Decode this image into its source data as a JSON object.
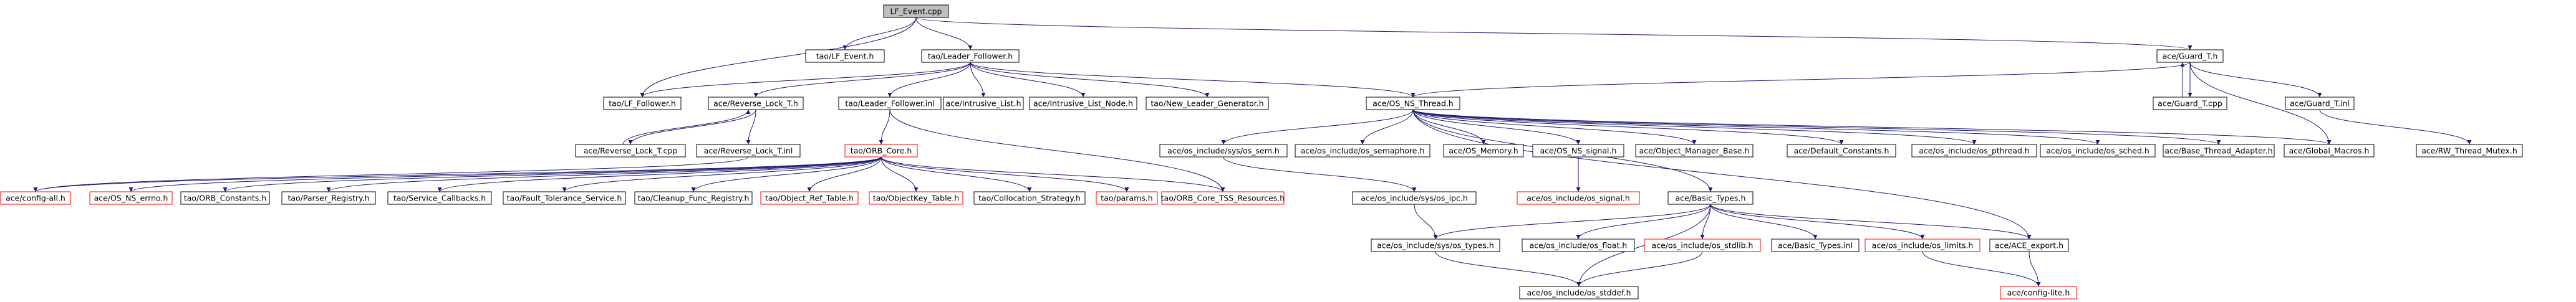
{
  "diagram": {
    "type": "include-dependency-graph",
    "colors": {
      "edge": "#191970",
      "node_border_normal": "#000000",
      "node_border_missing": "#ff0000",
      "node_fill": "#ffffff",
      "root_fill": "#bfbfbf",
      "text": "#000000"
    },
    "nodes": [
      {
        "id": "lf_event_cpp",
        "label": "LF_Event.cpp",
        "kind": "root"
      },
      {
        "id": "lf_event_h",
        "label": "tao/LF_Event.h",
        "kind": "normal"
      },
      {
        "id": "leader_follower_h",
        "label": "tao/Leader_Follower.h",
        "kind": "normal"
      },
      {
        "id": "guard_t_h",
        "label": "ace/Guard_T.h",
        "kind": "normal"
      },
      {
        "id": "lf_follower_h",
        "label": "tao/LF_Follower.h",
        "kind": "normal"
      },
      {
        "id": "reverse_lock_t_h",
        "label": "ace/Reverse_Lock_T.h",
        "kind": "normal"
      },
      {
        "id": "leader_follower_inl",
        "label": "tao/Leader_Follower.inl",
        "kind": "normal"
      },
      {
        "id": "intrusive_list_h",
        "label": "ace/Intrusive_List.h",
        "kind": "normal"
      },
      {
        "id": "intrusive_list_node_h",
        "label": "ace/Intrusive_List_Node.h",
        "kind": "normal"
      },
      {
        "id": "new_leader_generator_h",
        "label": "tao/New_Leader_Generator.h",
        "kind": "normal"
      },
      {
        "id": "os_ns_thread_h",
        "label": "ace/OS_NS_Thread.h",
        "kind": "normal"
      },
      {
        "id": "guard_t_cpp",
        "label": "ace/Guard_T.cpp",
        "kind": "normal"
      },
      {
        "id": "guard_t_inl",
        "label": "ace/Guard_T.inl",
        "kind": "normal"
      },
      {
        "id": "reverse_lock_t_cpp",
        "label": "ace/Reverse_Lock_T.cpp",
        "kind": "normal"
      },
      {
        "id": "reverse_lock_t_inl",
        "label": "ace/Reverse_Lock_T.inl",
        "kind": "normal"
      },
      {
        "id": "orb_core_h",
        "label": "tao/ORB_Core.h",
        "kind": "missing"
      },
      {
        "id": "os_sys_sem_h",
        "label": "ace/os_include/sys/os_sem.h",
        "kind": "normal"
      },
      {
        "id": "os_semaphore_h",
        "label": "ace/os_include/os_semaphore.h",
        "kind": "normal"
      },
      {
        "id": "os_memory_h",
        "label": "ace/OS_Memory.h",
        "kind": "normal"
      },
      {
        "id": "os_ns_signal_h",
        "label": "ace/OS_NS_signal.h",
        "kind": "normal"
      },
      {
        "id": "object_manager_base_h",
        "label": "ace/Object_Manager_Base.h",
        "kind": "normal"
      },
      {
        "id": "default_constants_h",
        "label": "ace/Default_Constants.h",
        "kind": "normal"
      },
      {
        "id": "os_pthread_h",
        "label": "ace/os_include/os_pthread.h",
        "kind": "normal"
      },
      {
        "id": "os_sched_h",
        "label": "ace/os_include/os_sched.h",
        "kind": "normal"
      },
      {
        "id": "base_thread_adapter_h",
        "label": "ace/Base_Thread_Adapter.h",
        "kind": "normal"
      },
      {
        "id": "global_macros_h",
        "label": "ace/Global_Macros.h",
        "kind": "normal"
      },
      {
        "id": "rw_thread_mutex_h",
        "label": "ace/RW_Thread_Mutex.h",
        "kind": "normal"
      },
      {
        "id": "config_all_h",
        "label": "ace/config-all.h",
        "kind": "missing"
      },
      {
        "id": "os_ns_errno_h",
        "label": "ace/OS_NS_errno.h",
        "kind": "missing"
      },
      {
        "id": "orb_constants_h",
        "label": "tao/ORB_Constants.h",
        "kind": "normal"
      },
      {
        "id": "parser_registry_h",
        "label": "tao/Parser_Registry.h",
        "kind": "normal"
      },
      {
        "id": "service_callbacks_h",
        "label": "tao/Service_Callbacks.h",
        "kind": "normal"
      },
      {
        "id": "fault_tolerance_service_h",
        "label": "tao/Fault_Tolerance_Service.h",
        "kind": "normal"
      },
      {
        "id": "cleanup_func_registry_h",
        "label": "tao/Cleanup_Func_Registry.h",
        "kind": "normal"
      },
      {
        "id": "object_ref_table_h",
        "label": "tao/Object_Ref_Table.h",
        "kind": "missing"
      },
      {
        "id": "objectkey_table_h",
        "label": "tao/ObjectKey_Table.h",
        "kind": "missing"
      },
      {
        "id": "collocation_strategy_h",
        "label": "tao/Collocation_Strategy.h",
        "kind": "normal"
      },
      {
        "id": "params_h",
        "label": "tao/params.h",
        "kind": "missing"
      },
      {
        "id": "orb_core_tss_resources_h",
        "label": "tao/ORB_Core_TSS_Resources.h",
        "kind": "missing"
      },
      {
        "id": "os_sys_ipc_h",
        "label": "ace/os_include/sys/os_ipc.h",
        "kind": "normal"
      },
      {
        "id": "os_signal_h",
        "label": "ace/os_include/os_signal.h",
        "kind": "missing"
      },
      {
        "id": "basic_types_h",
        "label": "ace/Basic_Types.h",
        "kind": "normal"
      },
      {
        "id": "os_sys_types_h",
        "label": "ace/os_include/sys/os_types.h",
        "kind": "normal"
      },
      {
        "id": "os_float_h",
        "label": "ace/os_include/os_float.h",
        "kind": "normal"
      },
      {
        "id": "os_stdlib_h",
        "label": "ace/os_include/os_stdlib.h",
        "kind": "missing"
      },
      {
        "id": "basic_types_inl",
        "label": "ace/Basic_Types.inl",
        "kind": "normal"
      },
      {
        "id": "os_limits_h",
        "label": "ace/os_include/os_limits.h",
        "kind": "missing"
      },
      {
        "id": "ace_export_h",
        "label": "ace/ACE_export.h",
        "kind": "normal"
      },
      {
        "id": "os_stddef_h",
        "label": "ace/os_include/os_stddef.h",
        "kind": "normal"
      },
      {
        "id": "config_lite_h",
        "label": "ace/config-lite.h",
        "kind": "missing"
      }
    ],
    "edges": [
      [
        "lf_event_cpp",
        "lf_event_h"
      ],
      [
        "lf_event_cpp",
        "leader_follower_h"
      ],
      [
        "lf_event_cpp",
        "guard_t_h"
      ],
      [
        "lf_event_cpp",
        "lf_follower_h"
      ],
      [
        "leader_follower_h",
        "lf_follower_h"
      ],
      [
        "leader_follower_h",
        "reverse_lock_t_h"
      ],
      [
        "leader_follower_h",
        "leader_follower_inl"
      ],
      [
        "leader_follower_h",
        "intrusive_list_h"
      ],
      [
        "leader_follower_h",
        "intrusive_list_node_h"
      ],
      [
        "leader_follower_h",
        "new_leader_generator_h"
      ],
      [
        "leader_follower_h",
        "os_ns_thread_h"
      ],
      [
        "guard_t_h",
        "os_ns_thread_h"
      ],
      [
        "guard_t_h",
        "guard_t_cpp"
      ],
      [
        "guard_t_h",
        "guard_t_inl"
      ],
      [
        "guard_t_h",
        "global_macros_h"
      ],
      [
        "guard_t_cpp",
        "guard_t_h"
      ],
      [
        "guard_t_inl",
        "rw_thread_mutex_h"
      ],
      [
        "reverse_lock_t_h",
        "reverse_lock_t_cpp"
      ],
      [
        "reverse_lock_t_h",
        "reverse_lock_t_inl"
      ],
      [
        "reverse_lock_t_cpp",
        "reverse_lock_t_h"
      ],
      [
        "reverse_lock_t_inl",
        "config_all_h"
      ],
      [
        "leader_follower_inl",
        "orb_core_h"
      ],
      [
        "leader_follower_inl",
        "orb_core_tss_resources_h"
      ],
      [
        "orb_core_h",
        "config_all_h"
      ],
      [
        "orb_core_h",
        "os_ns_errno_h"
      ],
      [
        "orb_core_h",
        "orb_constants_h"
      ],
      [
        "orb_core_h",
        "parser_registry_h"
      ],
      [
        "orb_core_h",
        "service_callbacks_h"
      ],
      [
        "orb_core_h",
        "fault_tolerance_service_h"
      ],
      [
        "orb_core_h",
        "cleanup_func_registry_h"
      ],
      [
        "orb_core_h",
        "object_ref_table_h"
      ],
      [
        "orb_core_h",
        "objectkey_table_h"
      ],
      [
        "orb_core_h",
        "collocation_strategy_h"
      ],
      [
        "orb_core_h",
        "params_h"
      ],
      [
        "orb_core_h",
        "orb_core_tss_resources_h"
      ],
      [
        "os_ns_thread_h",
        "os_sys_sem_h"
      ],
      [
        "os_ns_thread_h",
        "os_semaphore_h"
      ],
      [
        "os_ns_thread_h",
        "os_memory_h"
      ],
      [
        "os_ns_thread_h",
        "os_ns_signal_h"
      ],
      [
        "os_ns_thread_h",
        "object_manager_base_h"
      ],
      [
        "os_ns_thread_h",
        "default_constants_h"
      ],
      [
        "os_ns_thread_h",
        "os_pthread_h"
      ],
      [
        "os_ns_thread_h",
        "os_sched_h"
      ],
      [
        "os_ns_thread_h",
        "base_thread_adapter_h"
      ],
      [
        "os_ns_thread_h",
        "global_macros_h"
      ],
      [
        "os_ns_thread_h",
        "basic_types_h"
      ],
      [
        "os_ns_thread_h",
        "ace_export_h"
      ],
      [
        "os_sys_sem_h",
        "os_sys_ipc_h"
      ],
      [
        "os_sys_ipc_h",
        "os_sys_types_h"
      ],
      [
        "os_ns_signal_h",
        "os_signal_h"
      ],
      [
        "basic_types_h",
        "os_sys_types_h"
      ],
      [
        "basic_types_h",
        "os_float_h"
      ],
      [
        "basic_types_h",
        "os_stdlib_h"
      ],
      [
        "basic_types_h",
        "basic_types_inl"
      ],
      [
        "basic_types_h",
        "os_limits_h"
      ],
      [
        "basic_types_h",
        "ace_export_h"
      ],
      [
        "basic_types_h",
        "os_stddef_h"
      ],
      [
        "os_sys_types_h",
        "os_stddef_h"
      ],
      [
        "os_stdlib_h",
        "os_stddef_h"
      ],
      [
        "ace_export_h",
        "config_lite_h"
      ],
      [
        "os_limits_h",
        "config_lite_h"
      ]
    ]
  }
}
